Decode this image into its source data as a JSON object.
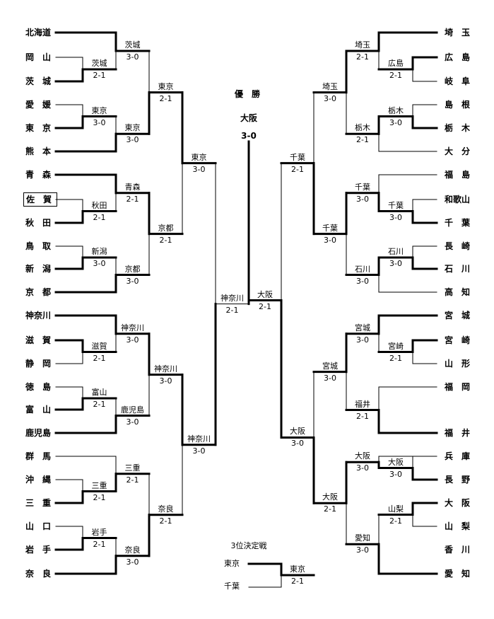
{
  "champion": {
    "title": "優　勝",
    "name": "大阪",
    "score": "3-0"
  },
  "left": {
    "prefs": [
      "北海道",
      "岡　山",
      "茨　城",
      "愛　媛",
      "東　京",
      "熊　本",
      "青　森",
      "佐　賀",
      "秋　田",
      "鳥　取",
      "新　潟",
      "京　都",
      "神奈川",
      "滋　賀",
      "静　岡",
      "徳　島",
      "富　山",
      "鹿児島",
      "群　馬",
      "沖　縄",
      "三　重",
      "山　口",
      "岩　手",
      "奈　良"
    ],
    "r1": [
      [
        "茨城",
        "2-1"
      ],
      [
        "東京",
        "3-0"
      ],
      [
        "秋田",
        "2-1"
      ],
      [
        "新潟",
        "3-0"
      ],
      [
        "滋賀",
        "2-1"
      ],
      [
        "富山",
        "2-1"
      ],
      [
        "三重",
        "2-1"
      ],
      [
        "岩手",
        "2-1"
      ]
    ],
    "r2": [
      [
        "茨城",
        "3-0"
      ],
      [
        "東京",
        "3-0"
      ],
      [
        "青森",
        "2-1"
      ],
      [
        "京都",
        "3-0"
      ],
      [
        "神奈川",
        "3-0"
      ],
      [
        "鹿児島",
        "3-0"
      ],
      [
        "三重",
        "2-1"
      ],
      [
        "奈良",
        "3-0"
      ]
    ],
    "r3": [
      [
        "東京",
        "2-1"
      ],
      [
        "京都",
        "2-1"
      ],
      [
        "神奈川",
        "3-0"
      ],
      [
        "奈良",
        "2-1"
      ]
    ],
    "r4": [
      [
        "東京",
        "3-0"
      ],
      [
        "神奈川",
        "3-0"
      ]
    ],
    "r5": [
      "神奈川",
      "2-1"
    ]
  },
  "right": {
    "prefs": [
      "埼　玉",
      "広　島",
      "岐　阜",
      "島　根",
      "栃　木",
      "大　分",
      "福　島",
      "和歌山",
      "千　葉",
      "長　崎",
      "石　川",
      "高　知",
      "宮　城",
      "宮　崎",
      "山　形",
      "福　岡",
      "福　井",
      "兵　庫",
      "長　野",
      "大　阪",
      "山　梨",
      "香　川",
      "愛　知"
    ],
    "r1": [
      [
        "広島",
        "2-1"
      ],
      [
        "栃木",
        "3-0"
      ],
      [
        "千葉",
        "3-0"
      ],
      [
        "石川",
        "3-0"
      ],
      [
        "宮崎",
        "2-1"
      ],
      [
        "大阪",
        "3-0"
      ],
      [
        "山梨",
        "2-1"
      ]
    ],
    "r2": [
      [
        "埼玉",
        "2-1"
      ],
      [
        "栃木",
        "2-1"
      ],
      [
        "千葉",
        "3-0"
      ],
      [
        "石川",
        "3-0"
      ],
      [
        "宮城",
        "3-0"
      ],
      [
        "福井",
        "2-1"
      ],
      [
        "大阪",
        "3-0"
      ],
      [
        "愛知",
        "3-0"
      ]
    ],
    "r3": [
      [
        "埼玉",
        "3-0"
      ],
      [
        "千葉",
        "3-0"
      ],
      [
        "宮城",
        "3-0"
      ],
      [
        "大阪",
        "2-1"
      ]
    ],
    "r4": [
      [
        "千葉",
        "2-1"
      ],
      [
        "大阪",
        "3-0"
      ]
    ],
    "r5": [
      "大阪",
      "2-1"
    ]
  },
  "third": {
    "title": "3位決定戦",
    "team1": "東京",
    "team2": "千葉",
    "winner": "東京",
    "score": "2-1"
  }
}
